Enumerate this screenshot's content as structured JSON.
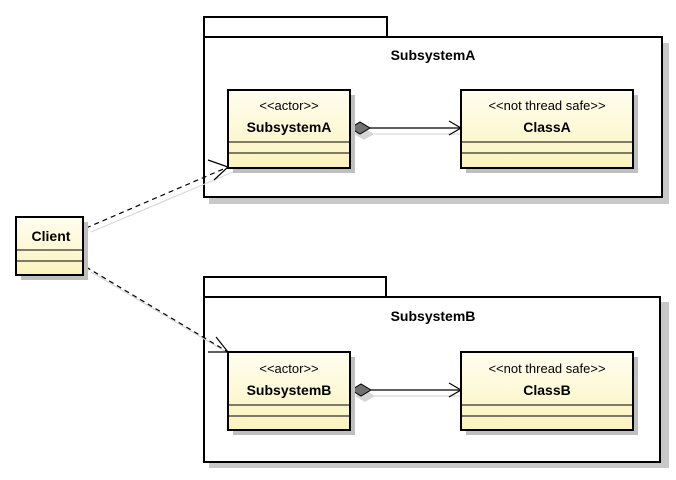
{
  "packages": {
    "a": {
      "name": "SubsystemA"
    },
    "b": {
      "name": "SubsystemB"
    }
  },
  "classes": {
    "client": {
      "name": "Client"
    },
    "subsystem_a": {
      "stereotype": "<<actor>>",
      "name": "SubsystemA"
    },
    "class_a": {
      "stereotype": "<<not thread safe>>",
      "name": "ClassA"
    },
    "subsystem_b": {
      "stereotype": "<<actor>>",
      "name": "SubsystemB"
    },
    "class_b": {
      "stereotype": "<<not thread safe>>",
      "name": "ClassB"
    }
  },
  "colors": {
    "class_fill_top": "#fffef0",
    "class_fill_bottom": "#fbf3bd"
  }
}
